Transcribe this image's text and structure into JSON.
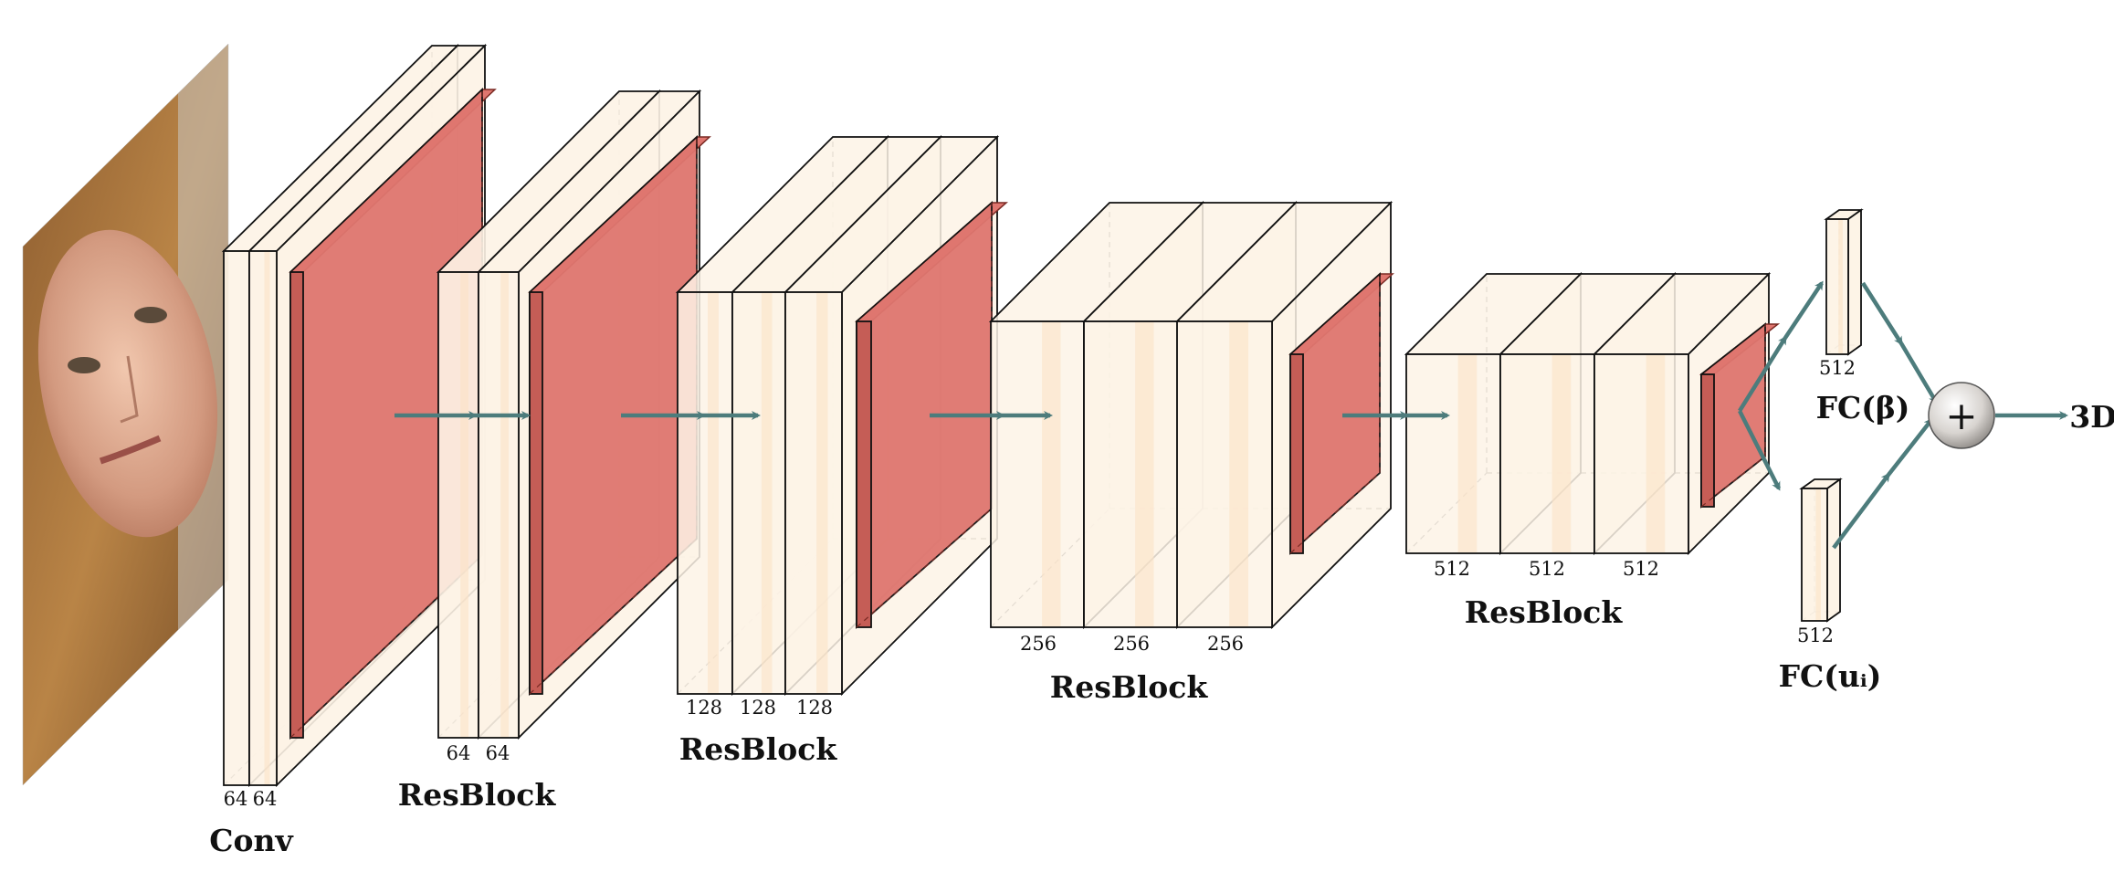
{
  "colors": {
    "block_fill": "#fdf3e6",
    "block_stripe": "#fbe2c6",
    "pool_fill": "#df766f",
    "pool_edge": "#7a2a24",
    "arrow": "#4d7c7c",
    "outline": "#111111",
    "face_skin": "#d9a487",
    "face_hair": "#a9743f"
  },
  "labels": {
    "conv": "Conv",
    "resblock": "ResBlock",
    "fc_beta": "FC(β)",
    "fc_u": "FC(uᵢ)",
    "output": "3D",
    "plus_symbol": "+"
  },
  "stages": [
    {
      "channels": [
        "64",
        "64"
      ],
      "label": "Conv"
    },
    {
      "channels": [
        "64",
        "64"
      ],
      "label": "ResBlock"
    },
    {
      "channels": [
        "128",
        "128",
        "128"
      ],
      "label": "ResBlock"
    },
    {
      "channels": [
        "256",
        "256",
        "256"
      ],
      "label": "ResBlock"
    },
    {
      "channels": [
        "512",
        "512",
        "512"
      ],
      "label": "ResBlock"
    }
  ],
  "fc_channels": {
    "beta": "512",
    "u": "512"
  },
  "input_image": {
    "name": "face-photo"
  }
}
